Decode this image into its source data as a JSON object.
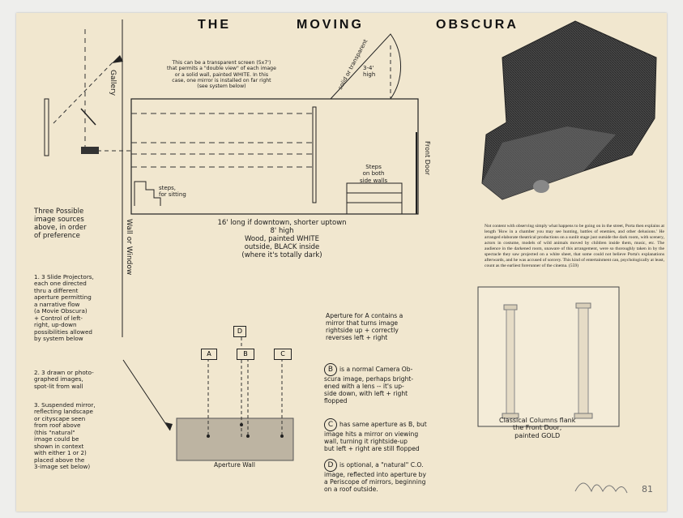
{
  "title_left": "THE",
  "title_mid": "MOVING",
  "title_right": "OBSCURA",
  "label_gallery": "Gallery",
  "label_wall_window": "Wall or Window",
  "label_front_door": "Front Door",
  "note_screen": "This can be a transparent screen (5x7')\nthat permits a \"double view\" of each image\nor a solid wall, painted WHITE. In this\ncase, one mirror is installed on far right\n(see system below)",
  "label_solid_transparent": "solid or transparent",
  "label_high_small": "3-4'\nhigh",
  "label_steps_sitting": "steps,\nfor sitting",
  "label_steps_both": "Steps\non both\nside walls",
  "dims": "16' long if downtown, shorter uptown\n8' high\nWood, painted WHITE\noutside, BLACK inside\n(where it's totally dark)",
  "sources_heading": "Three Possible\nimage sources\nabove, in order\nof preference",
  "source_1": "1. 3 Slide Projectors,\neach one directed\nthru a different\naperture permitting\na narrative flow\n(a Movie Obscura)\n+ Control of left-\nright, up-down\npossibilities allowed\nby system below",
  "source_2": "2. 3 drawn or photo-\ngraphed images,\nspot-lit from wall",
  "source_3": "3. Suspended mirror,\nreflecting landscape\nor cityscape seen\nfrom roof above\n(this \"natural\"\nimage could be\nshown in context\nwith either 1 or 2)\nplaced above the\n3-image set below)",
  "apertures": {
    "a": "A",
    "b": "B",
    "c": "C",
    "d": "D"
  },
  "label_aperture_wall": "Aperture Wall",
  "aperture_a": "Aperture for A contains a\nmirror that turns image\nrightside up + correctly\nreverses left + right",
  "aperture_b": "is a normal Camera Ob-\nscura image, perhaps bright-\nened with a lens -- it's up-\nside down, with left + right\nflopped",
  "aperture_c": "has same aperture as B, but\nimage hits a mirror on viewing\nwall, turning it rightside-up\nbut left + right are still flopped",
  "aperture_d": "is optional, a \"natural\" C.O.\nimage, reflected into aperture by\na Periscope of mirrors, beginning\non a roof outside.",
  "caption": "Not content with observing simply what happens to be going on in the street, Porta then explains at length 'How in a chamber you may see hunting, battles of enemies, and other delusions.' He arranged elaborate theatrical productions on a sunlit stage just outside the dark room, with scenery, actors in costume, models of wild animals moved by children inside them, music, etc. The audience in the darkened room, unaware of this arrangement, were so thoroughly taken in by the spectacle they saw projected on a white sheet, that some could not believe Porta's explanations afterwards, and he was accused of sorcery. This kind of entertainment can, psychologically at least, count as the earliest forerunner of the cinema. (559)",
  "columns_caption": "Classical Columns flank\nthe Front Door,\npainted GOLD",
  "signature": "81"
}
